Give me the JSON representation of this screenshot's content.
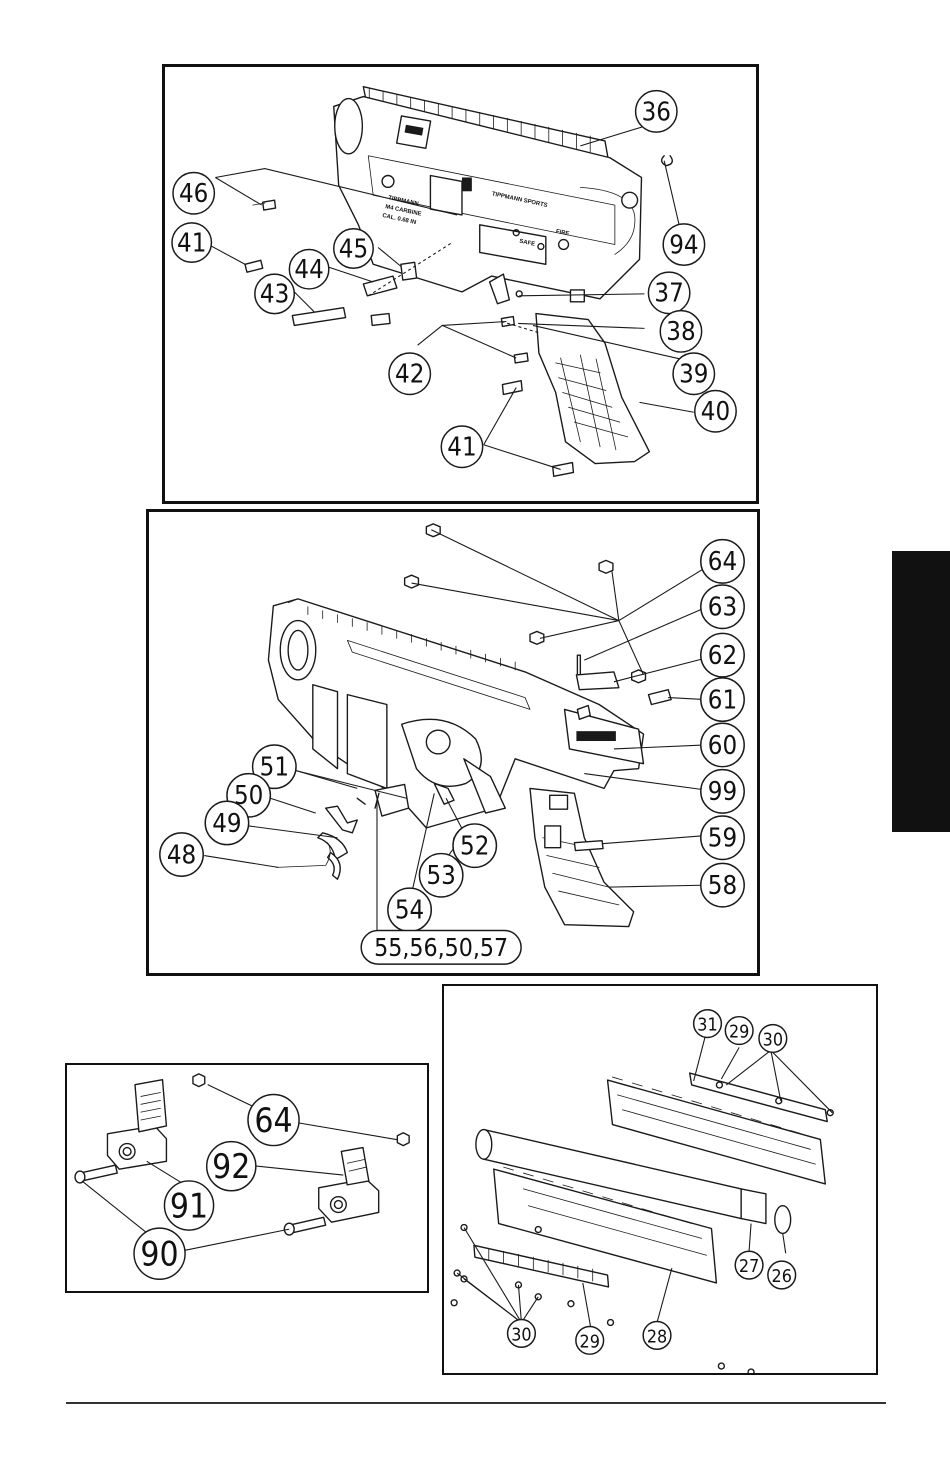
{
  "page": {
    "side_tab_color": "#111111"
  },
  "receiver_upper_panel": {
    "engraving_lines": [
      "TIPPMANN",
      "M4 CARBINE",
      "CAL. 0.68 IN"
    ],
    "side_text": "TIPPMANN SPORTS",
    "selector_marks": [
      "SAFE",
      "FIRE"
    ],
    "callouts": [
      "36",
      "46",
      "94",
      "41",
      "45",
      "44",
      "43",
      "37",
      "38",
      "42",
      "39",
      "40",
      "41"
    ]
  },
  "receiver_lower_panel": {
    "callouts": [
      "64",
      "63",
      "62",
      "61",
      "60",
      "51",
      "99",
      "50",
      "49",
      "59",
      "52",
      "48",
      "53",
      "58",
      "54"
    ],
    "group_callout": "55,56,50,57"
  },
  "sights_panel": {
    "callouts": [
      "64",
      "92",
      "91",
      "90"
    ]
  },
  "rail_panel": {
    "callouts": [
      "31",
      "29",
      "30",
      "27",
      "26",
      "30",
      "29",
      "28"
    ]
  }
}
